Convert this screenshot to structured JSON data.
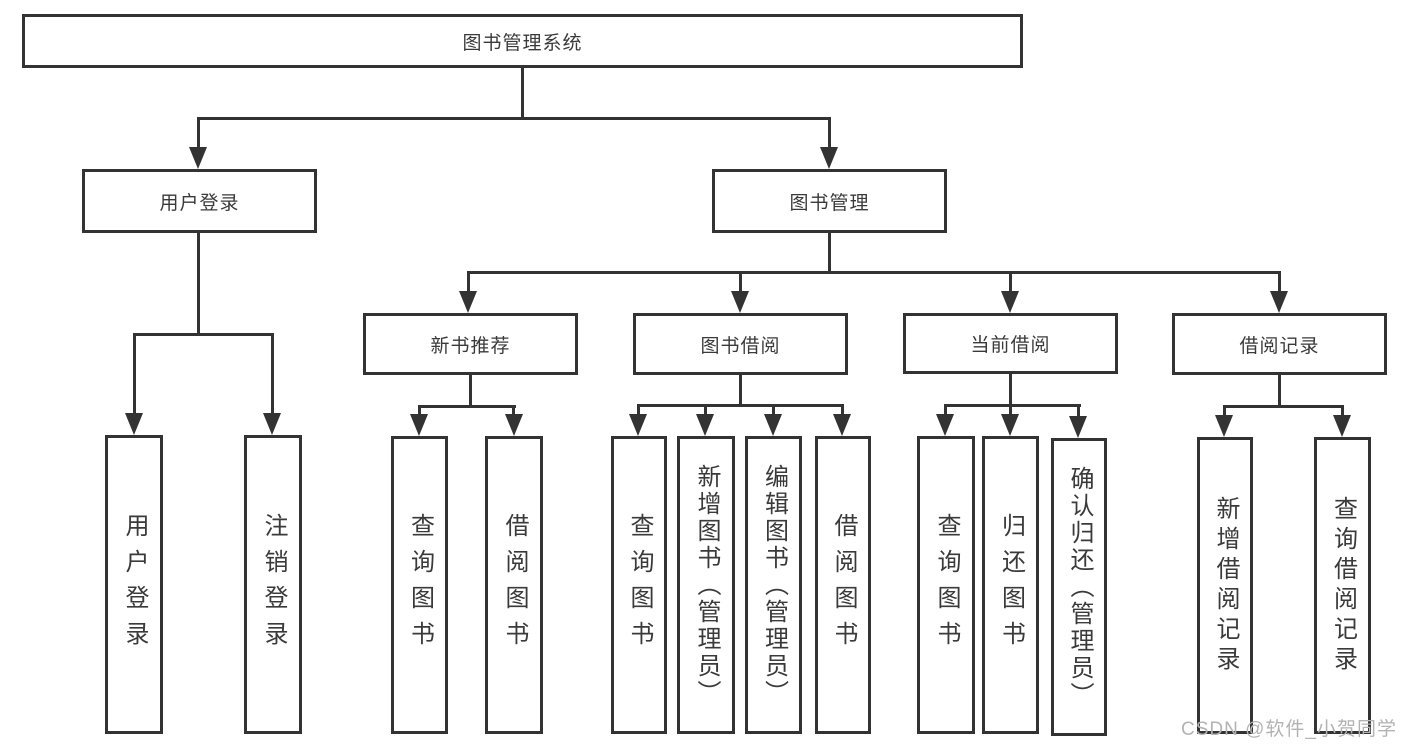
{
  "diagram": {
    "root": {
      "label": "图书管理系统"
    },
    "level2": [
      {
        "label": "用户登录",
        "children": [
          {
            "label": "用户登录"
          },
          {
            "label": "注销登录"
          }
        ]
      },
      {
        "label": "图书管理",
        "children": [
          {
            "label": "新书推荐",
            "children": [
              {
                "label": "查询图书"
              },
              {
                "label": "借阅图书"
              }
            ]
          },
          {
            "label": "图书借阅",
            "children": [
              {
                "label": "查询图书"
              },
              {
                "label": "新增图书（管理员）"
              },
              {
                "label": "编辑图书（管理员）"
              },
              {
                "label": "借阅图书"
              }
            ]
          },
          {
            "label": "当前借阅",
            "children": [
              {
                "label": "查询图书"
              },
              {
                "label": "归还图书"
              },
              {
                "label": "确认归还（管理员）"
              }
            ]
          },
          {
            "label": "借阅记录",
            "children": [
              {
                "label": "新增借阅记录"
              },
              {
                "label": "查询借阅记录"
              }
            ]
          }
        ]
      }
    ]
  },
  "watermark": {
    "text": "CSDN @软件_小贺同学"
  },
  "colors": {
    "line": "#333333",
    "text": "#3a3a3a",
    "watermark": "#b3b3b3",
    "background": "#ffffff"
  }
}
